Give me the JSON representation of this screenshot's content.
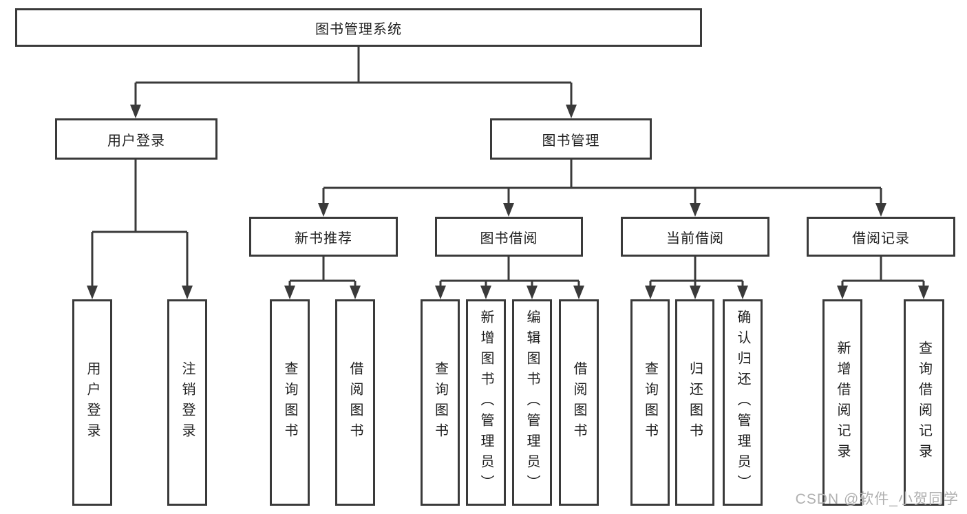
{
  "tree": {
    "label": "图书管理系统",
    "children": [
      {
        "label": "用户登录",
        "children": [
          {
            "label": "用户登录"
          },
          {
            "label": "注销登录"
          }
        ]
      },
      {
        "label": "图书管理",
        "children": [
          {
            "label": "新书推荐",
            "children": [
              {
                "label": "查询图书"
              },
              {
                "label": "借阅图书"
              }
            ]
          },
          {
            "label": "图书借阅",
            "children": [
              {
                "label": "查询图书"
              },
              {
                "label": "新增图书（管理员）"
              },
              {
                "label": "编辑图书（管理员）"
              },
              {
                "label": "借阅图书"
              }
            ]
          },
          {
            "label": "当前借阅",
            "children": [
              {
                "label": "查询图书"
              },
              {
                "label": "归还图书"
              },
              {
                "label": "确认归还（管理员）"
              }
            ]
          },
          {
            "label": "借阅记录",
            "children": [
              {
                "label": "新增借阅记录"
              },
              {
                "label": "查询借阅记录"
              }
            ]
          }
        ]
      }
    ]
  },
  "watermark": {
    "text": "CSDN @软件_小贺同学"
  },
  "colors": {
    "line": "#3a3a3a",
    "text": "#1f1f1f",
    "watermark": "#b0b0b0",
    "background": "#ffffff"
  }
}
